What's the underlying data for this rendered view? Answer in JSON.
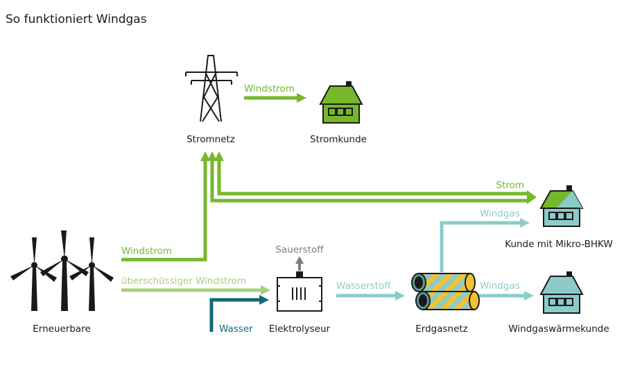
{
  "title": "So funktioniert Windgas",
  "nodes": {
    "renewables": "Erneuerbare",
    "grid": "Stromnetz",
    "power_customer": "Stromkunde",
    "chp_customer": "Kunde mit Mikro-BHKW",
    "electrolyser": "Elektrolyseur",
    "gas_grid": "Erdgasnetz",
    "heat_customer": "Windgaswärmekunde"
  },
  "flows": {
    "wind_to_grid": "Windstrom",
    "grid_to_customer": "Windstrom",
    "surplus": "überschüssiger Windstrom",
    "water": "Wasser",
    "oxygen": "Sauerstoff",
    "hydrogen": "Wasserstoff",
    "to_chp_power": "Strom",
    "to_chp_gas": "Windgas",
    "to_heat": "Windgas"
  },
  "colors": {
    "green": "#76b82a",
    "light_green": "#a6d078",
    "teal": "#8ccbc9",
    "dark_teal": "#0f6c77",
    "grey": "#7d7d7d",
    "pipe_yellow": "#f1c232",
    "house_blue": "#8ccbc9"
  }
}
